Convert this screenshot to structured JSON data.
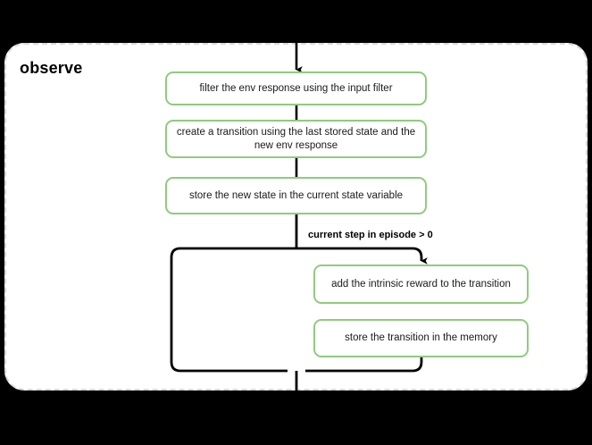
{
  "diagram": {
    "type": "flowchart",
    "phase": {
      "title": "observe",
      "border_style": "dashed",
      "border_color": "#d9d9d9",
      "background": "#ffffff"
    },
    "canvas_background": "#000000",
    "step_border_color": "#8fcb7e",
    "connector_color": "#000000",
    "steps": [
      {
        "id": "filter",
        "label": "filter the env response using the input filter"
      },
      {
        "id": "transition",
        "label": "create a transition using the last stored state and the new env response"
      },
      {
        "id": "storestate",
        "label": "store the new state in the current state variable"
      },
      {
        "id": "intrinsic",
        "label": "add the intrinsic reward to the transition"
      },
      {
        "id": "memory",
        "label": "store the transition in the memory"
      }
    ],
    "branch": {
      "condition_label": "current step in episode > 0",
      "true_path_steps": [
        "intrinsic",
        "memory"
      ],
      "false_path": "bypass"
    }
  }
}
